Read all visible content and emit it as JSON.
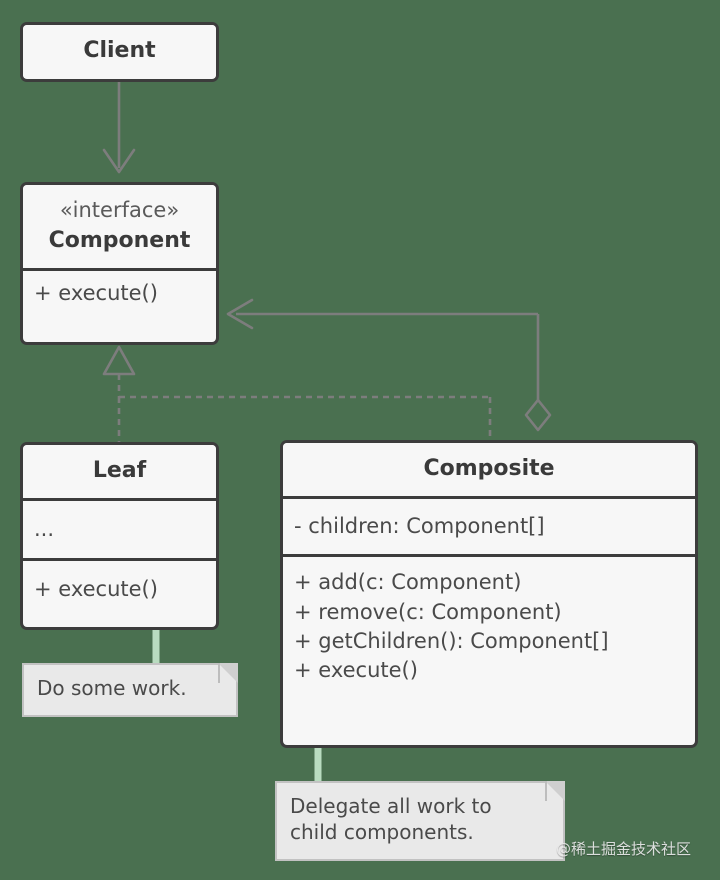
{
  "diagram": {
    "title": "Composite design pattern UML class diagram",
    "background_color": "#4a7050",
    "box_fill": "#f7f7f7",
    "box_border": "#3c3c3c",
    "edge_color": "#7d7d7d",
    "note_fill": "#e9e9e9",
    "note_border": "#c2c2c2",
    "note_link_color": "#b9dcc0"
  },
  "classes": {
    "client": {
      "name": "Client"
    },
    "component": {
      "stereotype": "«interface»",
      "name": "Component",
      "operations": [
        "+ execute()"
      ]
    },
    "leaf": {
      "name": "Leaf",
      "attributes": [
        "..."
      ],
      "operations": [
        "+ execute()"
      ]
    },
    "composite": {
      "name": "Composite",
      "attributes": [
        "- children: Component[]"
      ],
      "operations": [
        "+ add(c: Component)",
        "+ remove(c: Component)",
        "+ getChildren(): Component[]",
        "+ execute()"
      ]
    }
  },
  "notes": {
    "leaf_note": {
      "lines": [
        "Do some work."
      ]
    },
    "composite_note": {
      "lines": [
        "Delegate all work to",
        "child components."
      ]
    }
  },
  "relations": [
    {
      "kind": "dependency",
      "from": "Client",
      "to": "Component",
      "arrow": "open-arrow"
    },
    {
      "kind": "realization",
      "from": "Leaf",
      "to": "Component",
      "arrow": "hollow-triangle"
    },
    {
      "kind": "realization",
      "from": "Composite",
      "to": "Component",
      "arrow": "hollow-triangle"
    },
    {
      "kind": "aggregation",
      "from": "Composite",
      "to": "Component",
      "arrow": "hollow-diamond"
    }
  ],
  "watermark": {
    "text": "@稀土掘金技术社区"
  }
}
